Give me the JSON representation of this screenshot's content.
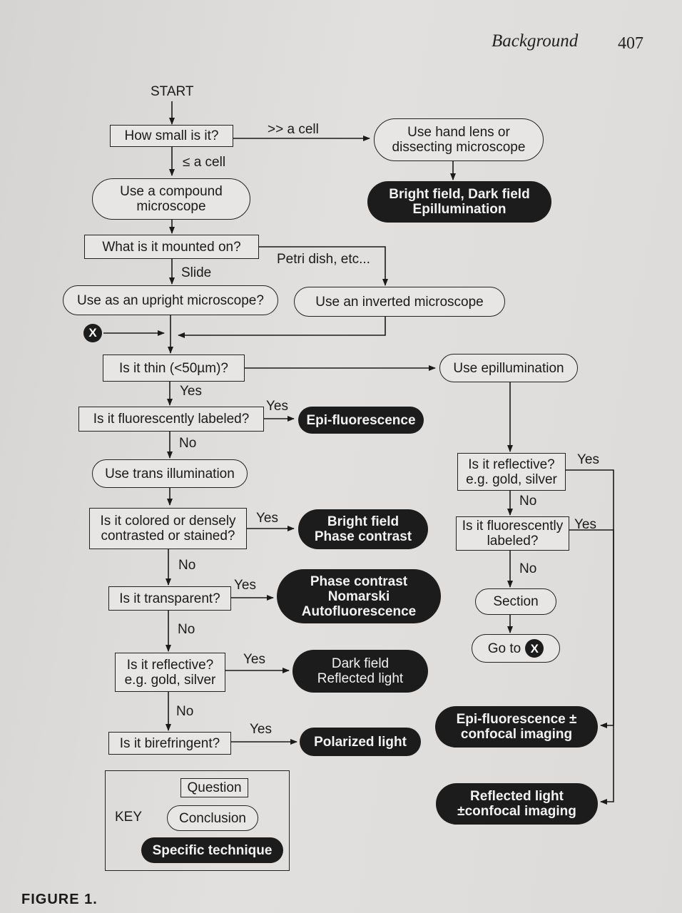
{
  "header": {
    "section": "Background",
    "page_number": "407"
  },
  "figure_label": "FIGURE 1.",
  "x_marker": "X",
  "nodes": {
    "start": "START",
    "how_small": "How small is it?",
    "hand_lens": "Use hand lens or dissecting microscope",
    "bf_df_epi": "Bright field, Dark field Epillumination",
    "compound": "Use a compound microscope",
    "mounted": "What is it mounted on?",
    "upright": "Use as an upright microscope?",
    "inverted": "Use an inverted microscope",
    "thin": "Is it thin (<50µm)?",
    "epillum": "Use epillumination",
    "fluor_labeled": "Is it fluorescently labeled?",
    "epi_fluor": "Epi-fluorescence",
    "trans": "Use trans illumination",
    "colored": "Is it colored or densely contrasted or stained?",
    "bf_phase": "Bright field Phase contrast",
    "transparent": "Is it transparent?",
    "phase_nom_auto": "Phase contrast Nomarski Autofluorescence",
    "reflective_left": "Is it reflective? e.g. gold, silver",
    "dark_reflected": "Dark field Reflected light",
    "birefringent": "Is it birefringent?",
    "polarized": "Polarized light",
    "reflective_right": "Is it reflective? e.g. gold, silver",
    "fluor_labeled_right": "Is it fluorescently labeled?",
    "section": "Section",
    "goto": "Go to",
    "epi_confocal": "Epi-fluorescence ± confocal imaging",
    "refl_confocal": "Reflected light ±confocal imaging"
  },
  "edge_labels": {
    "gt_cell": ">> a cell",
    "le_cell": "≤ a cell",
    "petri": "Petri dish, etc...",
    "slide": "Slide",
    "yes_thin": "Yes",
    "yes_fluor": "Yes",
    "no_fluor": "No",
    "yes_colored": "Yes",
    "no_colored": "No",
    "yes_transparent": "Yes",
    "no_transparent": "No",
    "yes_reflective": "Yes",
    "no_reflective": "No",
    "yes_birefringent": "Yes",
    "yes_reflective_right": "Yes",
    "no_reflective_right": "No",
    "yes_fluor_right": "Yes",
    "no_fluor_right": "No"
  },
  "key": {
    "title": "KEY",
    "question": "Question",
    "conclusion": "Conclusion",
    "technique": "Specific technique"
  }
}
